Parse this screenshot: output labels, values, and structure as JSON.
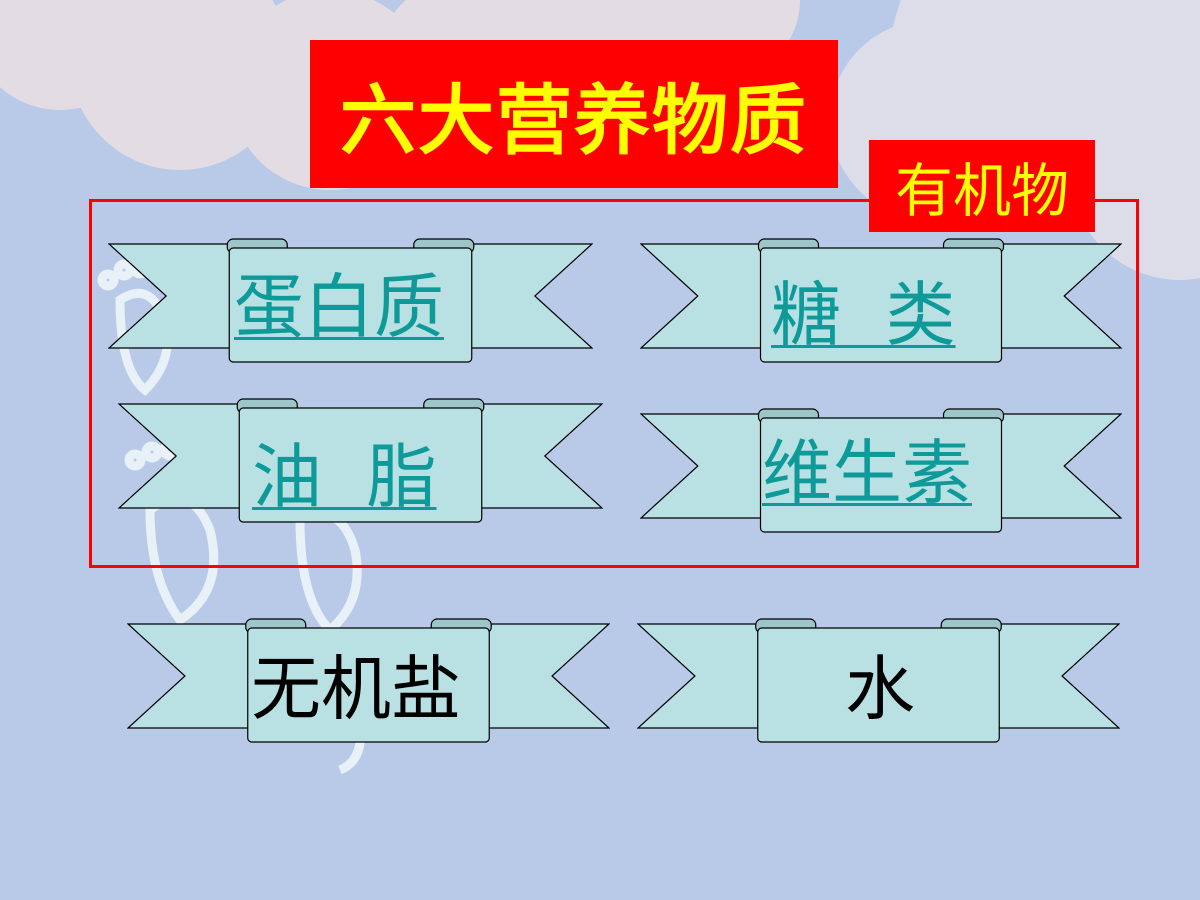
{
  "title": "六大营养物质",
  "organic_group": {
    "label": "有机物",
    "items": [
      {
        "label": "蛋白质"
      },
      {
        "label": "糖  类"
      },
      {
        "label": "油  脂"
      },
      {
        "label": "维生素"
      }
    ]
  },
  "inorganic_items": [
    {
      "label": "无机盐"
    },
    {
      "label": "水"
    }
  ],
  "colors": {
    "background": "#b9cae9",
    "banner_fill": "#b9e0e2",
    "title_bg": "#ff0000",
    "title_text": "#ffff00",
    "link_text": "#0f9a9a",
    "group_border": "#ff0000"
  }
}
